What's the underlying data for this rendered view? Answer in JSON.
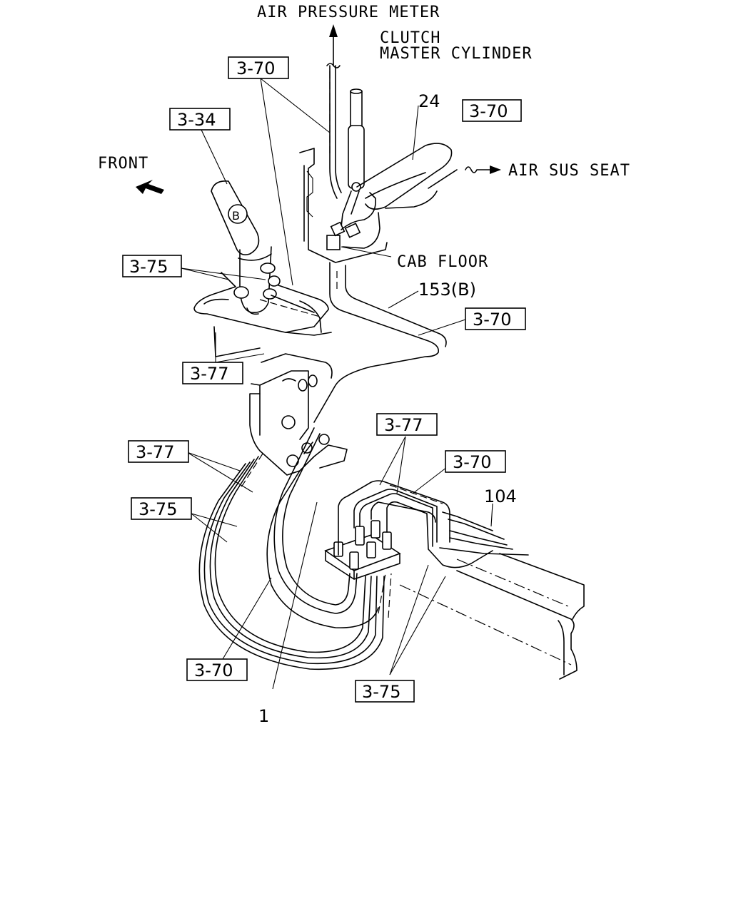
{
  "labels": {
    "air_pressure_meter": "AIR PRESSURE METER",
    "clutch_line1": "CLUTCH",
    "clutch_line2": "MASTER CYLINDER",
    "air_sus_seat": "AIR SUS SEAT",
    "front": "FRONT",
    "cab_floor": "CAB FLOOR",
    "valve_letter": "B"
  },
  "part_numbers": {
    "p24": "24",
    "p153b": "153(B)",
    "p104": "104",
    "p1": "1"
  },
  "refs": {
    "r370_top": "3-70",
    "r370_right": "3-70",
    "r334": "3-34",
    "r375_a": "3-75",
    "r370_mid": "3-70",
    "r377_a": "3-77",
    "r377_b": "3-77",
    "r377_c": "3-77",
    "r370_c": "3-70",
    "r375_b": "3-75",
    "r370_d": "3-70",
    "r375_c": "3-75"
  }
}
